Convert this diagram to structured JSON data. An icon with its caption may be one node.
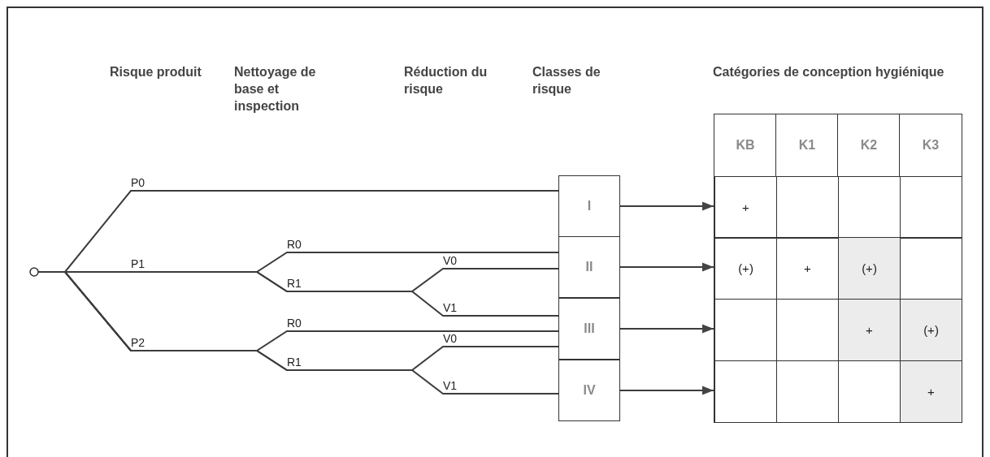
{
  "diagram": {
    "nodes": [
      {
        "text": [],
        "shape": "circle"
      },
      {
        "text": [
          "I"
        ]
      },
      {
        "text": [
          "II"
        ]
      },
      {
        "text": [
          "III"
        ]
      },
      {
        "text": [
          "IV"
        ]
      },
      {
        "text": [
          "KB",
          "K1",
          "K2",
          "K3"
        ]
      },
      {
        "text": [
          "+"
        ],
        "in": 5
      },
      {
        "text": [
          "(+)",
          "+",
          "(+)"
        ],
        "in": 5
      },
      {
        "text": [
          "+",
          "(+)"
        ],
        "in": 5
      },
      {
        "text": [
          "+"
        ],
        "in": 5
      }
    ],
    "edges": [
      {
        "from": 0,
        "to": 1,
        "arrow": "none"
      },
      {
        "from": 0,
        "to": 2,
        "arrow": "none"
      },
      {
        "from": 0,
        "to": 2,
        "arrow": "none"
      },
      {
        "from": 0,
        "to": 3,
        "arrow": "none"
      },
      {
        "from": 0,
        "to": 3,
        "arrow": "none"
      },
      {
        "from": 0,
        "to": 3,
        "arrow": "none"
      },
      {
        "from": 0,
        "to": 4,
        "arrow": "none"
      },
      {
        "from": 1,
        "to": 6,
        "arrow": "to"
      },
      {
        "from": 2,
        "to": 7,
        "arrow": "to"
      },
      {
        "from": 3,
        "to": 8,
        "arrow": "to"
      },
      {
        "from": 4,
        "to": 9,
        "arrow": "to"
      }
    ],
    "labels": [
      "Risque produit",
      "Nettoyage de base et inspection",
      "Réduction du risque",
      "Classes de risque",
      "Catégories de conception hygiénique",
      "P0",
      "R0",
      "P1",
      "V0",
      "R1",
      "V1",
      "R0",
      "P2",
      "V0",
      "R1",
      "V1"
    ]
  }
}
